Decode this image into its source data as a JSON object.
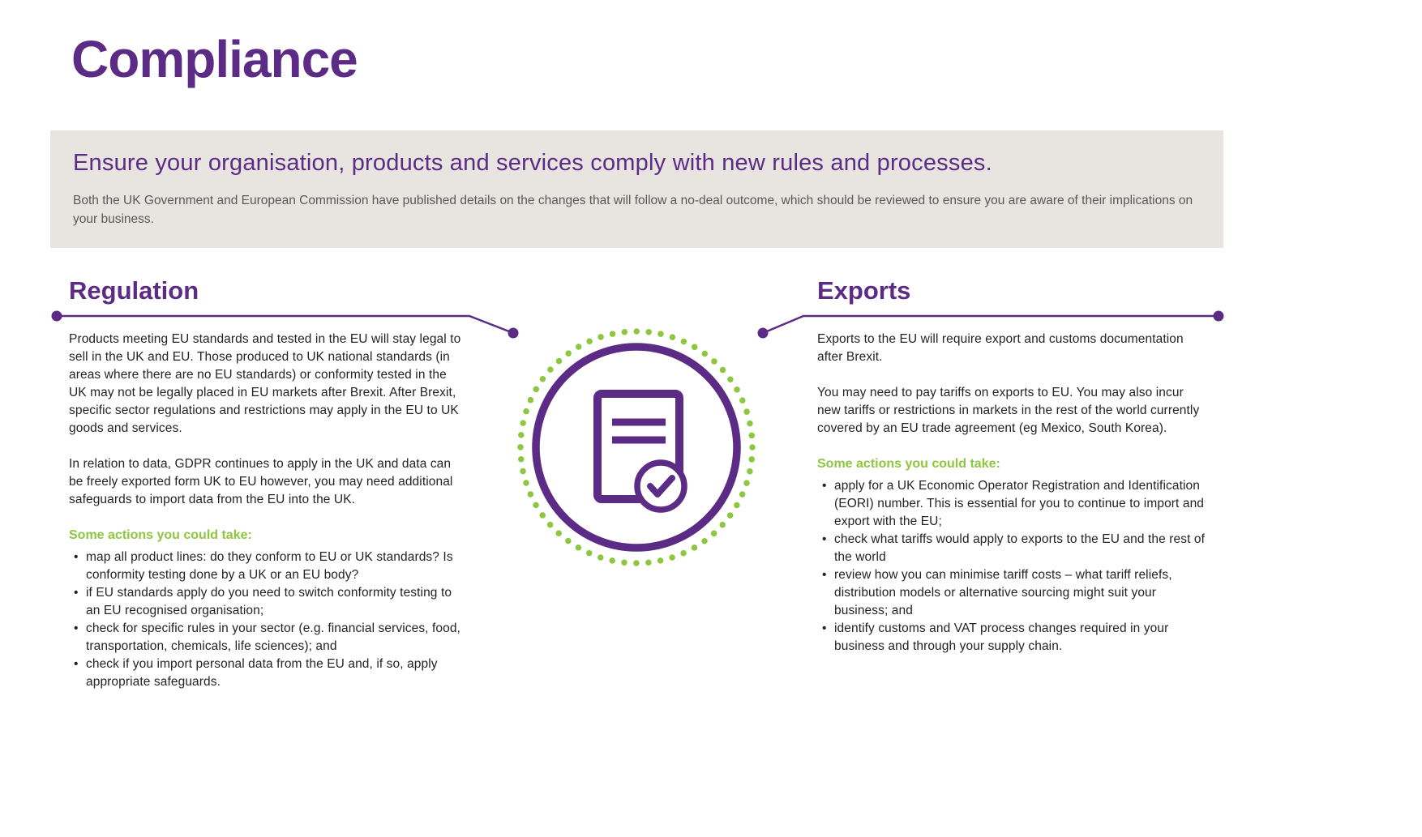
{
  "page": {
    "title": "Compliance"
  },
  "intro": {
    "headline": "Ensure your organisation, products and services comply with new rules and processes.",
    "body": "Both the UK Government and European Commission have published details on the changes that will follow a no-deal outcome, which should be reviewed to ensure you are aware of their implications on your business."
  },
  "regulation": {
    "heading": "Regulation",
    "paragraphs": [
      "Products meeting EU standards and tested in the EU will stay legal to sell in the UK and EU. Those produced to UK national standards (in areas where there are no EU standards) or conformity tested in the UK may not be legally placed in EU markets after Brexit. After Brexit, specific sector regulations and restrictions may apply in the EU to UK goods and services.",
      "In relation to data, GDPR continues to apply in the UK and data can be freely exported form UK to EU however, you may need additional safeguards to import data from the EU into the UK."
    ],
    "actions_label": "Some actions you could take:",
    "bullets": [
      "map all product lines: do they conform to EU or UK standards? Is conformity testing done by a UK or an EU body?",
      "if EU standards apply do you need to switch conformity testing to an EU recognised organisation;",
      "check for specific rules in your sector (e.g. financial services, food, transportation, chemicals, life sciences); and",
      "check if you import personal data from the EU and, if so, apply appropriate safeguards."
    ]
  },
  "exports": {
    "heading": "Exports",
    "paragraphs": [
      "Exports to the EU will require export and customs documentation after Brexit.",
      "You may need to pay tariffs on exports to EU. You may also incur new tariffs or restrictions in markets in the rest of the world currently covered by an EU trade agreement (eg Mexico, South Korea)."
    ],
    "actions_label": "Some actions you could take:",
    "bullets": [
      "apply for a UK Economic Operator Registration and Identification (EORI) number. This is essential for you to continue to import and export with the EU;",
      "check what tariffs would apply to exports to the EU and the rest of the world",
      "review how you can minimise tariff costs – what tariff reliefs, distribution models or alternative sourcing might suit your business; and",
      "identify customs and VAT process changes required in your business and through your supply chain."
    ]
  },
  "icon": {
    "name": "document-with-checkmark"
  },
  "colors": {
    "purple": "#5b2b86",
    "green": "#8dc63f",
    "banner_bg": "#e8e4df",
    "body_text": "#262223",
    "muted_text": "#58595b"
  }
}
